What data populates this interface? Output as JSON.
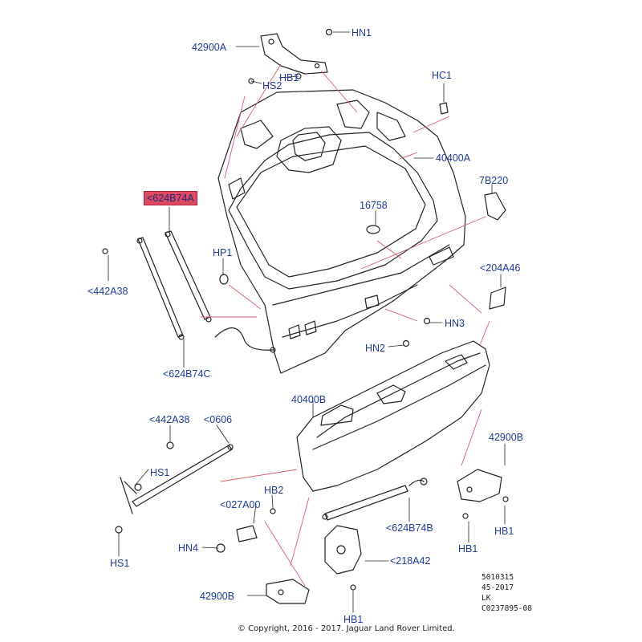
{
  "diagram": {
    "colors": {
      "label": "#1a3aa6",
      "selected_bg": "#e04a60",
      "line": "#222222",
      "leader": "#e05a6a"
    },
    "labels": {
      "42900A": "42900A",
      "HN1": "HN1",
      "HB1_top": "HB1",
      "HS2": "HS2",
      "HC1": "HC1",
      "40400A": "40400A",
      "7B220": "7B220",
      "624B74A": "<624B74A",
      "16758": "16758",
      "HP1": "HP1",
      "442A38_top": "<442A38",
      "204A46": "<204A46",
      "HN3": "HN3",
      "HN2": "HN2",
      "624B74C": "<624B74C",
      "40400B": "40400B",
      "442A38_low": "<442A38",
      "0606": "<0606",
      "42900B_right": "42900B",
      "HS1_upper": "HS1",
      "HB2": "HB2",
      "027A00": "<027A00",
      "624B74B": "<624B74B",
      "HB1_right": "HB1",
      "HB1_mid": "HB1",
      "HN4": "HN4",
      "HS1_lower": "HS1",
      "218A42": "<218A42",
      "42900B_bottom": "42900B",
      "HB1_bottom": "HB1"
    },
    "reference": [
      "5010315",
      "45-2017",
      "LK",
      "C0237895-08"
    ],
    "copyright": "© Copyright, 2016 - 2017. Jaguar Land Rover Limited."
  }
}
